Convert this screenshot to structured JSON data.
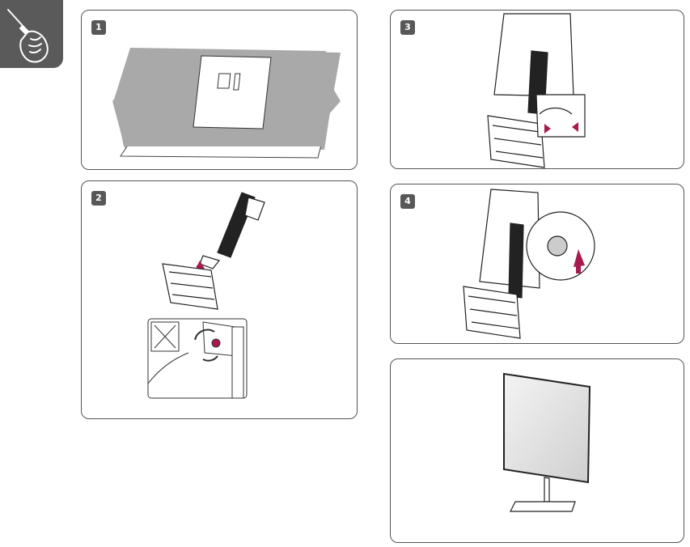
{
  "steps": [
    {
      "number": "1"
    },
    {
      "number": "2"
    },
    {
      "number": "3"
    },
    {
      "number": "4"
    }
  ],
  "colors": {
    "badge": "#585858",
    "arrow_accent": "#a8194f",
    "tool_box": "#5a5a5a",
    "cloth": "#a9a9a9"
  },
  "icons": {
    "tool": "screwdriver-hand-icon"
  }
}
